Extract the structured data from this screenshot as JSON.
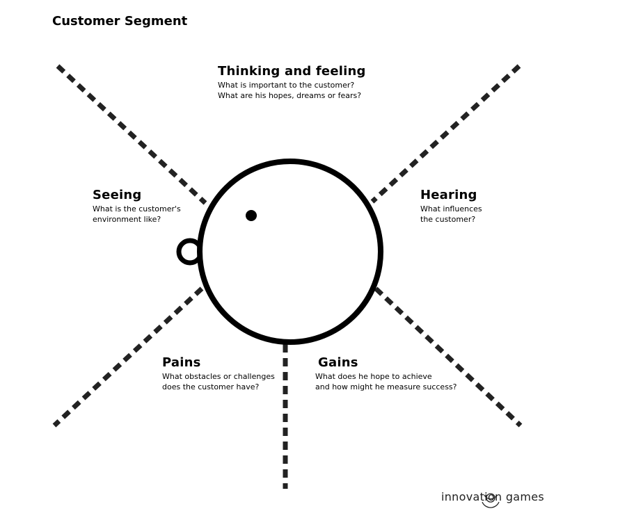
{
  "title": "Customer Segment",
  "sections": {
    "thinking": {
      "heading": "Thinking and feeling",
      "line1": "What is important to the customer?",
      "line2": "What are his hopes, dreams or fears?"
    },
    "seeing": {
      "heading": "Seeing",
      "line1": "What is the customer's",
      "line2": "environment like?"
    },
    "hearing": {
      "heading": "Hearing",
      "line1": "What influences",
      "line2": "the customer?"
    },
    "pains": {
      "heading": "Pains",
      "line1": "What obstacles or challenges",
      "line2": "does the customer have?"
    },
    "gains": {
      "heading": "Gains",
      "line1": "What does he hope to achieve",
      "line2": "and how might he measure success?"
    }
  },
  "logo": "innovation games"
}
